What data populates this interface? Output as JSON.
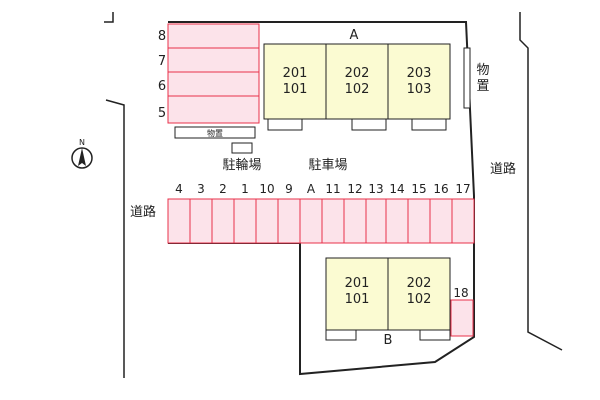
{
  "map": {
    "building_a": {
      "label": "A",
      "units": [
        "201",
        "101",
        "202",
        "102",
        "203",
        "103"
      ]
    },
    "building_b": {
      "label": "B",
      "units": [
        "201",
        "101",
        "202",
        "102"
      ]
    },
    "parking_lot": "駐車場",
    "bicycle_parking": "駐輪場",
    "storage_small": "物置",
    "storage_side": [
      "物",
      "置"
    ],
    "road_left": "道路",
    "road_right": "道路",
    "north": "N",
    "parking_left": [
      "8",
      "7",
      "6",
      "5"
    ],
    "parking_bottom": [
      "4",
      "3",
      "2",
      "1",
      "10",
      "9",
      "A",
      "11",
      "12",
      "13",
      "14",
      "15",
      "16",
      "17"
    ],
    "parking_extra": "18"
  },
  "colors": {
    "parking_fill": "#fce3ea",
    "parking_stroke": "#e8304a",
    "building_fill": "#fbfbd2",
    "line": "#222222"
  }
}
